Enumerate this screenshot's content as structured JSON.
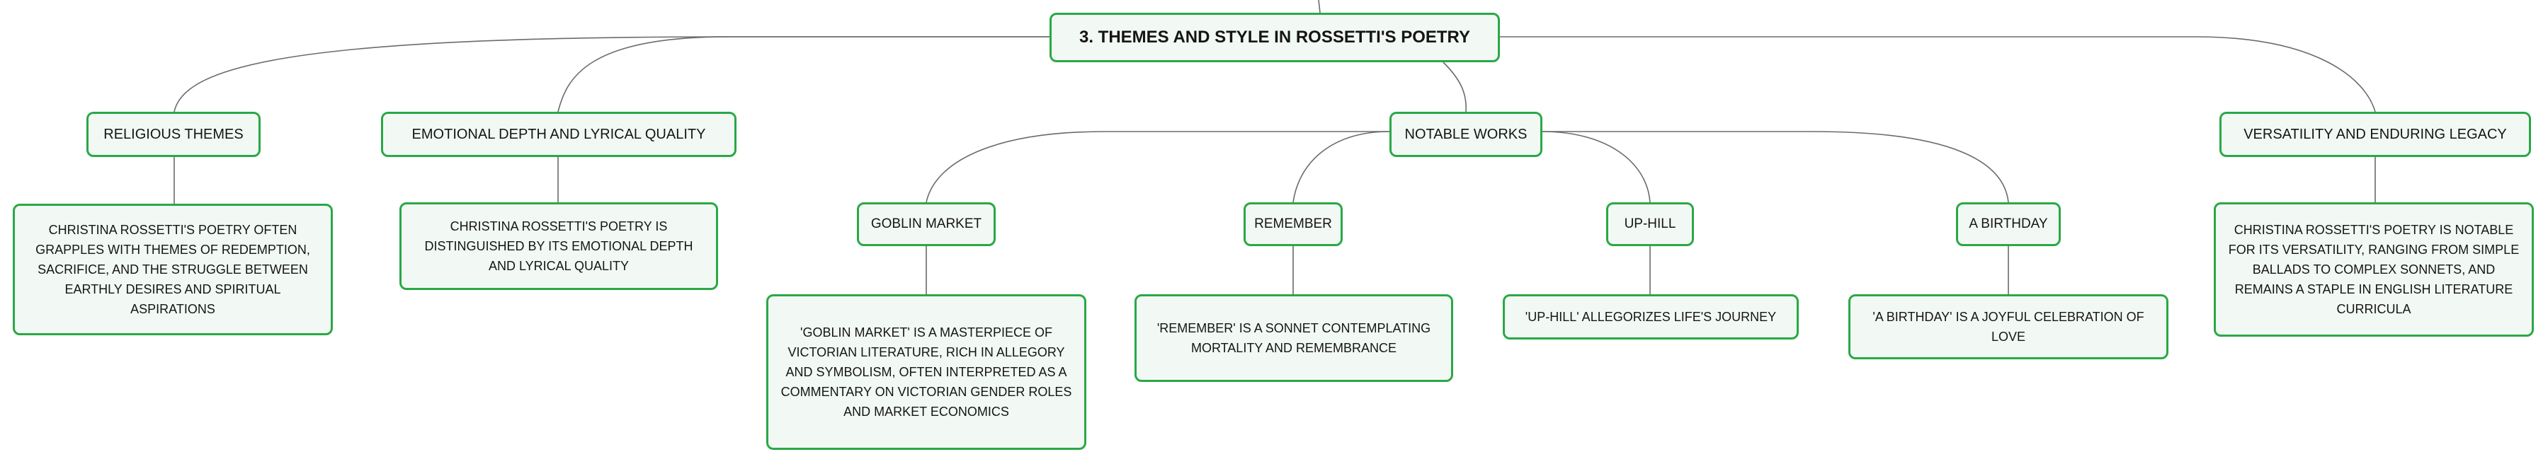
{
  "root": {
    "label": "3. THEMES AND STYLE IN ROSSETTI'S POETRY"
  },
  "topics": {
    "religious": {
      "label": "RELIGIOUS THEMES",
      "detail": "CHRISTINA ROSSETTI'S POETRY OFTEN GRAPPLES WITH THEMES OF REDEMPTION, SACRIFICE, AND THE STRUGGLE BETWEEN EARTHLY DESIRES AND SPIRITUAL ASPIRATIONS"
    },
    "emotional": {
      "label": "EMOTIONAL DEPTH AND LYRICAL QUALITY",
      "detail": "CHRISTINA ROSSETTI'S POETRY IS DISTINGUISHED BY ITS EMOTIONAL DEPTH AND LYRICAL QUALITY"
    },
    "notable": {
      "label": "NOTABLE WORKS",
      "works": {
        "goblin": {
          "label": "GOBLIN MARKET",
          "detail": "'GOBLIN MARKET' IS A MASTERPIECE OF VICTORIAN LITERATURE, RICH IN ALLEGORY AND SYMBOLISM, OFTEN INTERPRETED AS A COMMENTARY ON VICTORIAN GENDER ROLES AND MARKET ECONOMICS"
        },
        "remember": {
          "label": "REMEMBER",
          "detail": "'REMEMBER' IS A SONNET CONTEMPLATING MORTALITY AND REMEMBRANCE"
        },
        "uphill": {
          "label": "UP-HILL",
          "detail": "'UP-HILL' ALLEGORIZES LIFE'S JOURNEY"
        },
        "birthday": {
          "label": "A BIRTHDAY",
          "detail": "'A BIRTHDAY' IS A JOYFUL CELEBRATION OF LOVE"
        }
      }
    },
    "versatility": {
      "label": "VERSATILITY AND ENDURING LEGACY",
      "detail": "CHRISTINA ROSSETTI'S POETRY IS NOTABLE FOR ITS VERSATILITY, RANGING FROM SIMPLE BALLADS TO COMPLEX SONNETS, AND REMAINS A STAPLE IN ENGLISH LITERATURE CURRICULA"
    }
  },
  "colors": {
    "border": "#2aa846",
    "fill": "#f2f9f4",
    "line": "#6b6b6b"
  }
}
